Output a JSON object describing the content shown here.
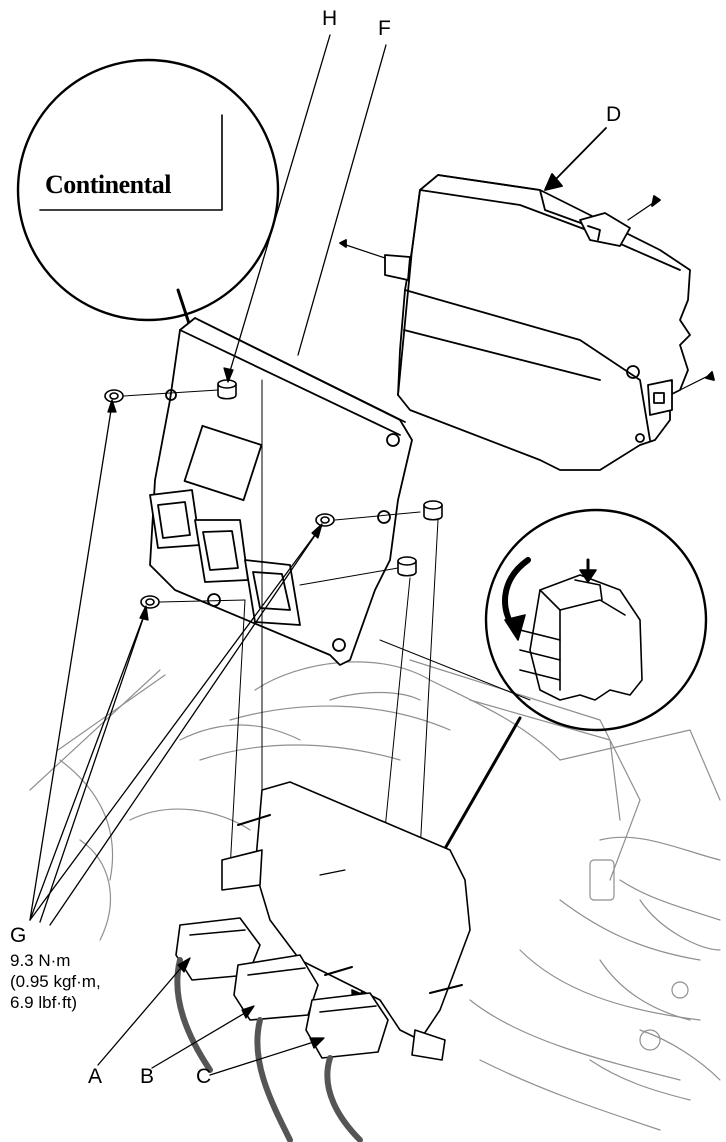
{
  "labels": {
    "A": "A",
    "B": "B",
    "C": "C",
    "D": "D",
    "F": "F",
    "G": "G",
    "H": "H"
  },
  "torque_spec": {
    "line1": "9.3 N·m",
    "line2": "(0.95 kgf·m,",
    "line3": "6.9 lbf·ft)"
  },
  "logo_text": "Continental",
  "colors": {
    "ink": "#000000",
    "background": "#ffffff",
    "faint": "#9a9a9a"
  }
}
